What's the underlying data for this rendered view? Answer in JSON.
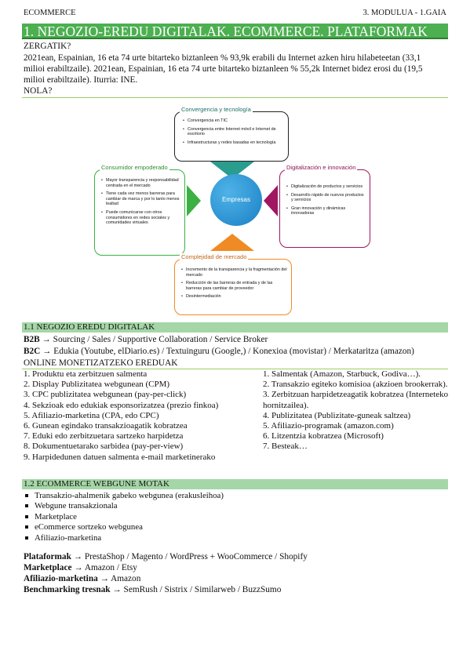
{
  "header": {
    "left": "ECOMMERCE",
    "right": "3. MODULUA - 1.GAIA"
  },
  "title": "1. NEGOZIO-EREDU DIGITALAK. ECOMMERCE. PLATAFORMAK",
  "intro": {
    "zergatik": "ZERGATIK?",
    "stat_line1": "2021ean, Espainian, 16 eta 74 urte bitarteko biztanleen % 93,9k erabili du Internet azken hiru hilabeteetan (33,1",
    "stat_line2": "milioi erabiltzaile). 2021ean, Espainian, 16 eta 74 urte bitarteko biztanleen % 55,2k Internet bidez erosi du (19,5",
    "stat_line3": "milioi erabiltzaile). Iturria: INE.",
    "nola": "NOLA?"
  },
  "diagram": {
    "center": "Empresas",
    "top": {
      "title": "Convergencia y tecnología",
      "color": "#2a9d8f",
      "items": [
        "Convergencia en TIC",
        "Convergencia entre Internet móvil e Internet de escritorio",
        "Infraestructuras y redes basadas en tecnología"
      ]
    },
    "left": {
      "title": "Consumidor empoderado",
      "color": "#3cb043",
      "items": [
        "Mayor transparencia y responsabilidad centrada en el mercado",
        "Tiene cada vez menos barreras para cambiar de marca y por lo tanto menos lealtad",
        "Puede comunicarse con otros consumidores en redes sociales y comunidades virtuales"
      ]
    },
    "right": {
      "title": "Digitalización e innovación",
      "color": "#a0175f",
      "items": [
        "Digitalización de productos y servicios",
        "Desarrollo rápido de nuevos productos y servicios",
        "Gran innovación y dinámicas innovadoras"
      ]
    },
    "bottom": {
      "title": "Complejidad de mercado",
      "color": "#f08a24",
      "items": [
        "Incremento de la transparencia y la fragmentación del mercado",
        "Reducción de las barreras de entrada y de las barreras para cambiar de proveedor",
        "Desintermediación"
      ]
    }
  },
  "section1": {
    "heading": "1.1 NEGOZIO EREDU DIGITALAK",
    "b2b_label": "B2B",
    "b2b_text": "Sourcing / Sales / Supportive Collaboration / Service Broker",
    "b2c_label": "B2C",
    "b2c_text": "Edukia (Youtube, elDiario.es) / Textuinguru (Google,) / Konexioa (movistar) / Merkataritza (amazon)",
    "online_heading": "ONLINE MONETIZATZEKO EREDUAK",
    "left_list": [
      "1. Produktu eta zerbitzuen salmenta",
      "2. Display Publizitatea webgunean (CPM)",
      "3. CPC publizitatea webgunean (pay-per-click)",
      "4. Sekzioak edo edukiak esponsorizatzea (prezio finkoa)",
      "5. Afiliazio-marketina (CPA, edo CPC)",
      "6. Gunean egindako transakzioagatik kobratzea",
      "7. Eduki edo zerbitzuetara sartzeko harpidetza",
      "8. Dokumentuetarako sarbidea (pay-per-view)",
      "9. Harpidedunen datuen salmenta e-mail marketinerako"
    ],
    "right_list": [
      "1. Salmentak (Amazon, Starbuck, Godiva…).",
      "2. Transakzio egiteko komisioa (akzioen brookerrak).",
      "3. Zerbitzuan harpidetzeagatik kobratzea (Interneteko",
      "hornitzailea).",
      "4. Publizitatea (Publizitate-guneak saltzea)",
      "5. Afiliazio-programak (amazon.com)",
      "6. Litzentzia kobratzea (Microsoft)",
      "7. Besteak…"
    ]
  },
  "section2": {
    "heading": "1.2 ECOMMERCE WEBGUNE MOTAK",
    "bullets": [
      "Transakzio-ahalmenik gabeko webgunea (erakusleihoa)",
      "Webgune transakzionala",
      "Marketplace",
      "eCommerce sortzeko webgunea",
      "Afiliazio-marketina"
    ],
    "platformak_label": "Plataformak",
    "platformak_text": "PrestaShop / Magento / WordPress + WooCommerce / Shopify",
    "marketplace_label": "Marketplace",
    "marketplace_text": "Amazon / Etsy",
    "afiliazio_label": "Afiliazio-marketina",
    "afiliazio_text": "Amazon",
    "bench_label": "Benchmarking tresnak",
    "bench_text": "SemRush / Sistrix / Similarweb / BuzzSumo",
    "arrow": "→"
  }
}
